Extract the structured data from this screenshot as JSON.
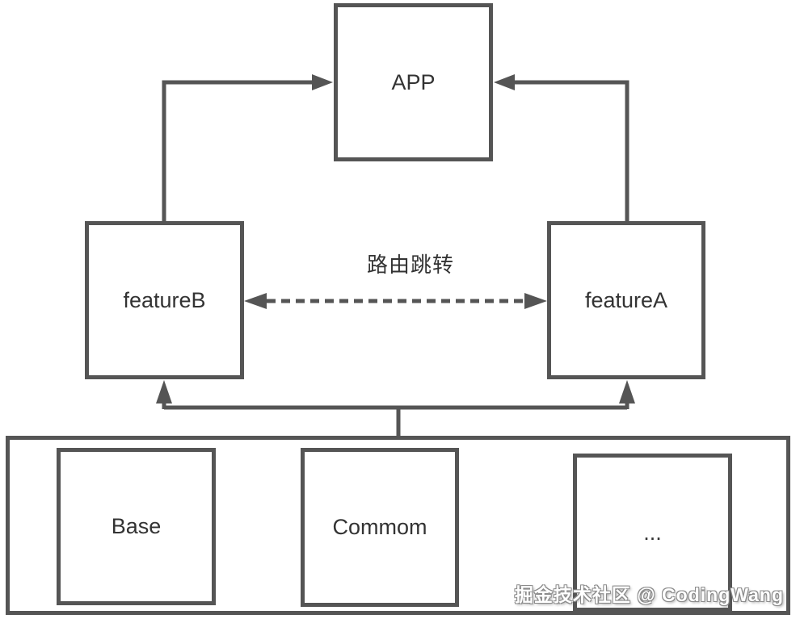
{
  "diagram": {
    "nodes": {
      "app": "APP",
      "feature_b": "featureB",
      "feature_a": "featureA",
      "base": "Base",
      "commom": "Commom",
      "more": "..."
    },
    "route_label": "路由跳转"
  },
  "watermark": {
    "text": "掘金技术社区 @ CodingWang"
  },
  "colors": {
    "line": "#555555",
    "text": "#333333",
    "background": "#ffffff",
    "box_fill": "#ffffff",
    "watermark_text": "#ffffff"
  }
}
